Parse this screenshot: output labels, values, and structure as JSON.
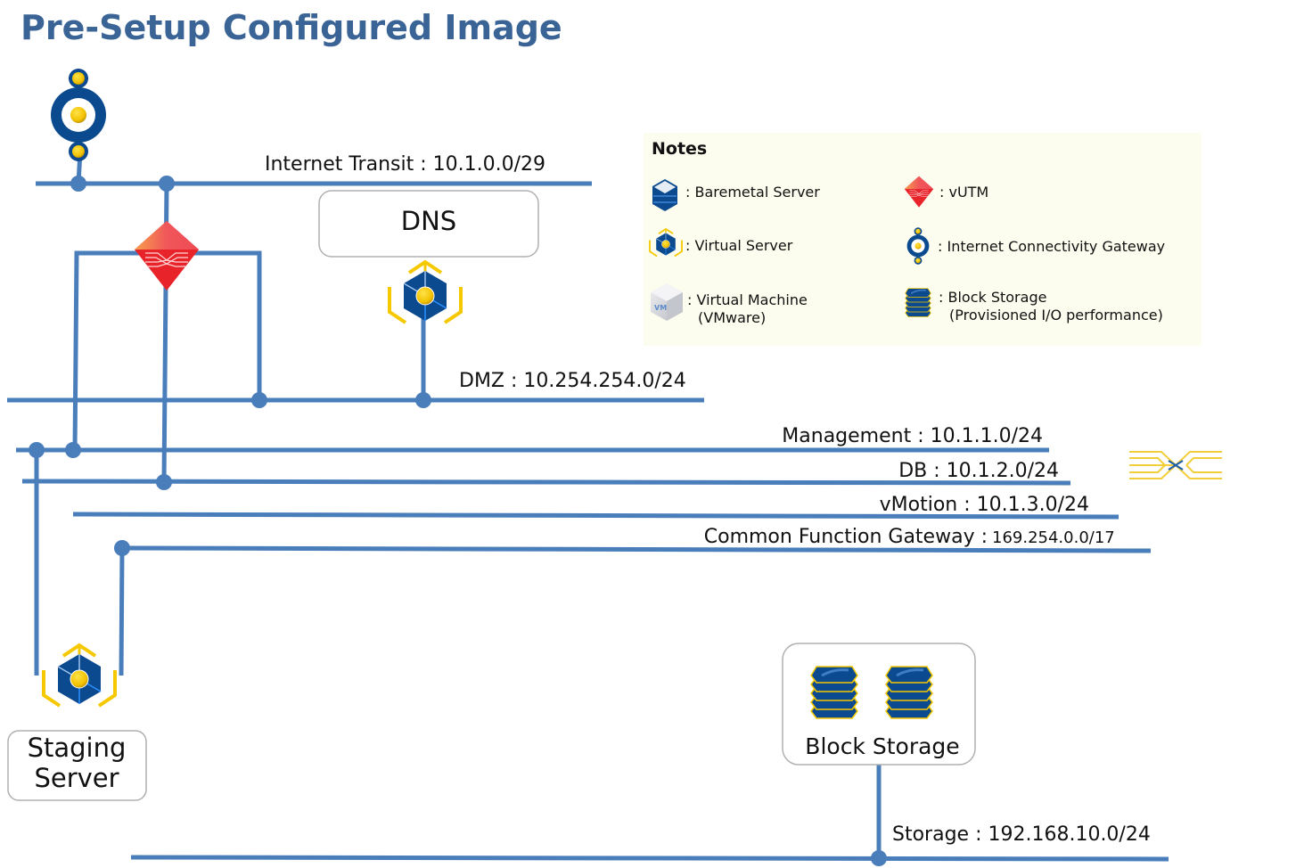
{
  "title": "Pre-Setup Configured Image",
  "colors": {
    "title": "#3a6496",
    "network_line": "#4a7ebb",
    "notes_background": "#fdfdef",
    "server_blue": "#0b4a8f",
    "accent_yellow": "#f5c800",
    "vutm_red": "#e8232a"
  },
  "networks": {
    "internet_transit": "Internet Transit : 10.1.0.0/29",
    "dmz": "DMZ : 10.254.254.0/24",
    "management": "Management : 10.1.1.0/24",
    "db": "DB : 10.1.2.0/24",
    "vmotion": "vMotion : 10.1.3.0/24",
    "cfg_name": "Common Function Gateway :",
    "cfg_cidr": "169.254.0.0/17",
    "storage": "Storage : 192.168.10.0/24"
  },
  "nodes": {
    "dns": "DNS",
    "staging_line1": "Staging",
    "staging_line2": "Server",
    "block_storage": "Block Storage"
  },
  "icons": {
    "gateway": "internet-connectivity-gateway-icon",
    "vutm": "vutm-icon",
    "virtual_server": "virtual-server-icon",
    "block_storage": "block-storage-icon",
    "switch": "network-switch-icon"
  },
  "notes": {
    "title": "Notes",
    "items": [
      {
        "icon": "baremetal-server-icon",
        "label": ": Baremetal Server"
      },
      {
        "icon": "vutm-icon",
        "label": ": vUTM"
      },
      {
        "icon": "virtual-server-icon",
        "label": ": Virtual Server"
      },
      {
        "icon": "internet-connectivity-gateway-icon",
        "label": ": Internet Connectivity Gateway"
      },
      {
        "icon": "virtual-machine-icon",
        "label": ": Virtual Machine",
        "sub": "(VMware)"
      },
      {
        "icon": "block-storage-icon",
        "label": ": Block Storage",
        "sub": "(Provisioned I/O performance)"
      }
    ]
  }
}
